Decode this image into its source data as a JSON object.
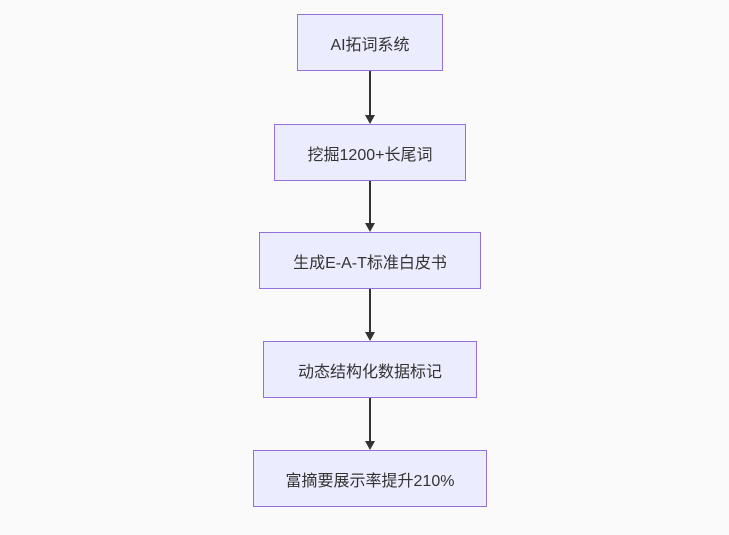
{
  "diagram": {
    "type": "flowchart",
    "direction": "top-down",
    "nodes": [
      {
        "id": "n1",
        "label": "AI拓词系统"
      },
      {
        "id": "n2",
        "label": "挖掘1200+长尾词"
      },
      {
        "id": "n3",
        "label": "生成E-A-T标准白皮书"
      },
      {
        "id": "n4",
        "label": "动态结构化数据标记"
      },
      {
        "id": "n5",
        "label": "富摘要展示率提升210%"
      }
    ],
    "edges": [
      {
        "from": "n1",
        "to": "n2"
      },
      {
        "from": "n2",
        "to": "n3"
      },
      {
        "from": "n3",
        "to": "n4"
      },
      {
        "from": "n4",
        "to": "n5"
      }
    ]
  },
  "theme": {
    "background": "#fafafa",
    "node_fill": "#ececff",
    "node_border": "#9370db",
    "text_color": "#333333",
    "arrow_color": "#333333"
  }
}
